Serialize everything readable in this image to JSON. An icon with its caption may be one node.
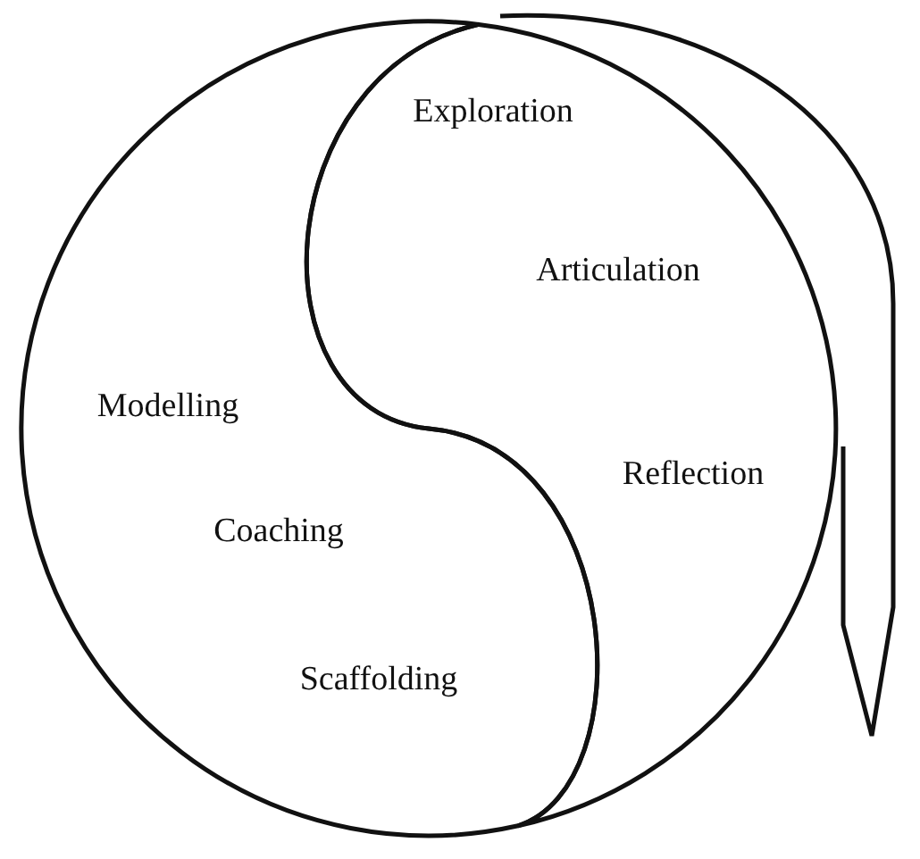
{
  "diagram": {
    "nodes": [
      {
        "text": [
          "Exploration",
          "Articulation",
          "Reflection"
        ]
      },
      {
        "text": [
          "Modelling",
          "Coaching",
          "Scaffolding"
        ]
      }
    ]
  }
}
